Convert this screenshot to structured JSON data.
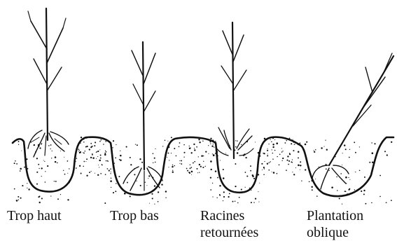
{
  "captions": {
    "trop_haut": "Trop haut",
    "trop_bas": "Trop bas",
    "racines_retournees_line1": "Racines",
    "racines_retournees_line2": "retournées",
    "plantation_oblique_line1": "Plantation",
    "plantation_oblique_line2": "oblique"
  },
  "colors": {
    "ink": "#111111",
    "background": "#ffffff"
  }
}
